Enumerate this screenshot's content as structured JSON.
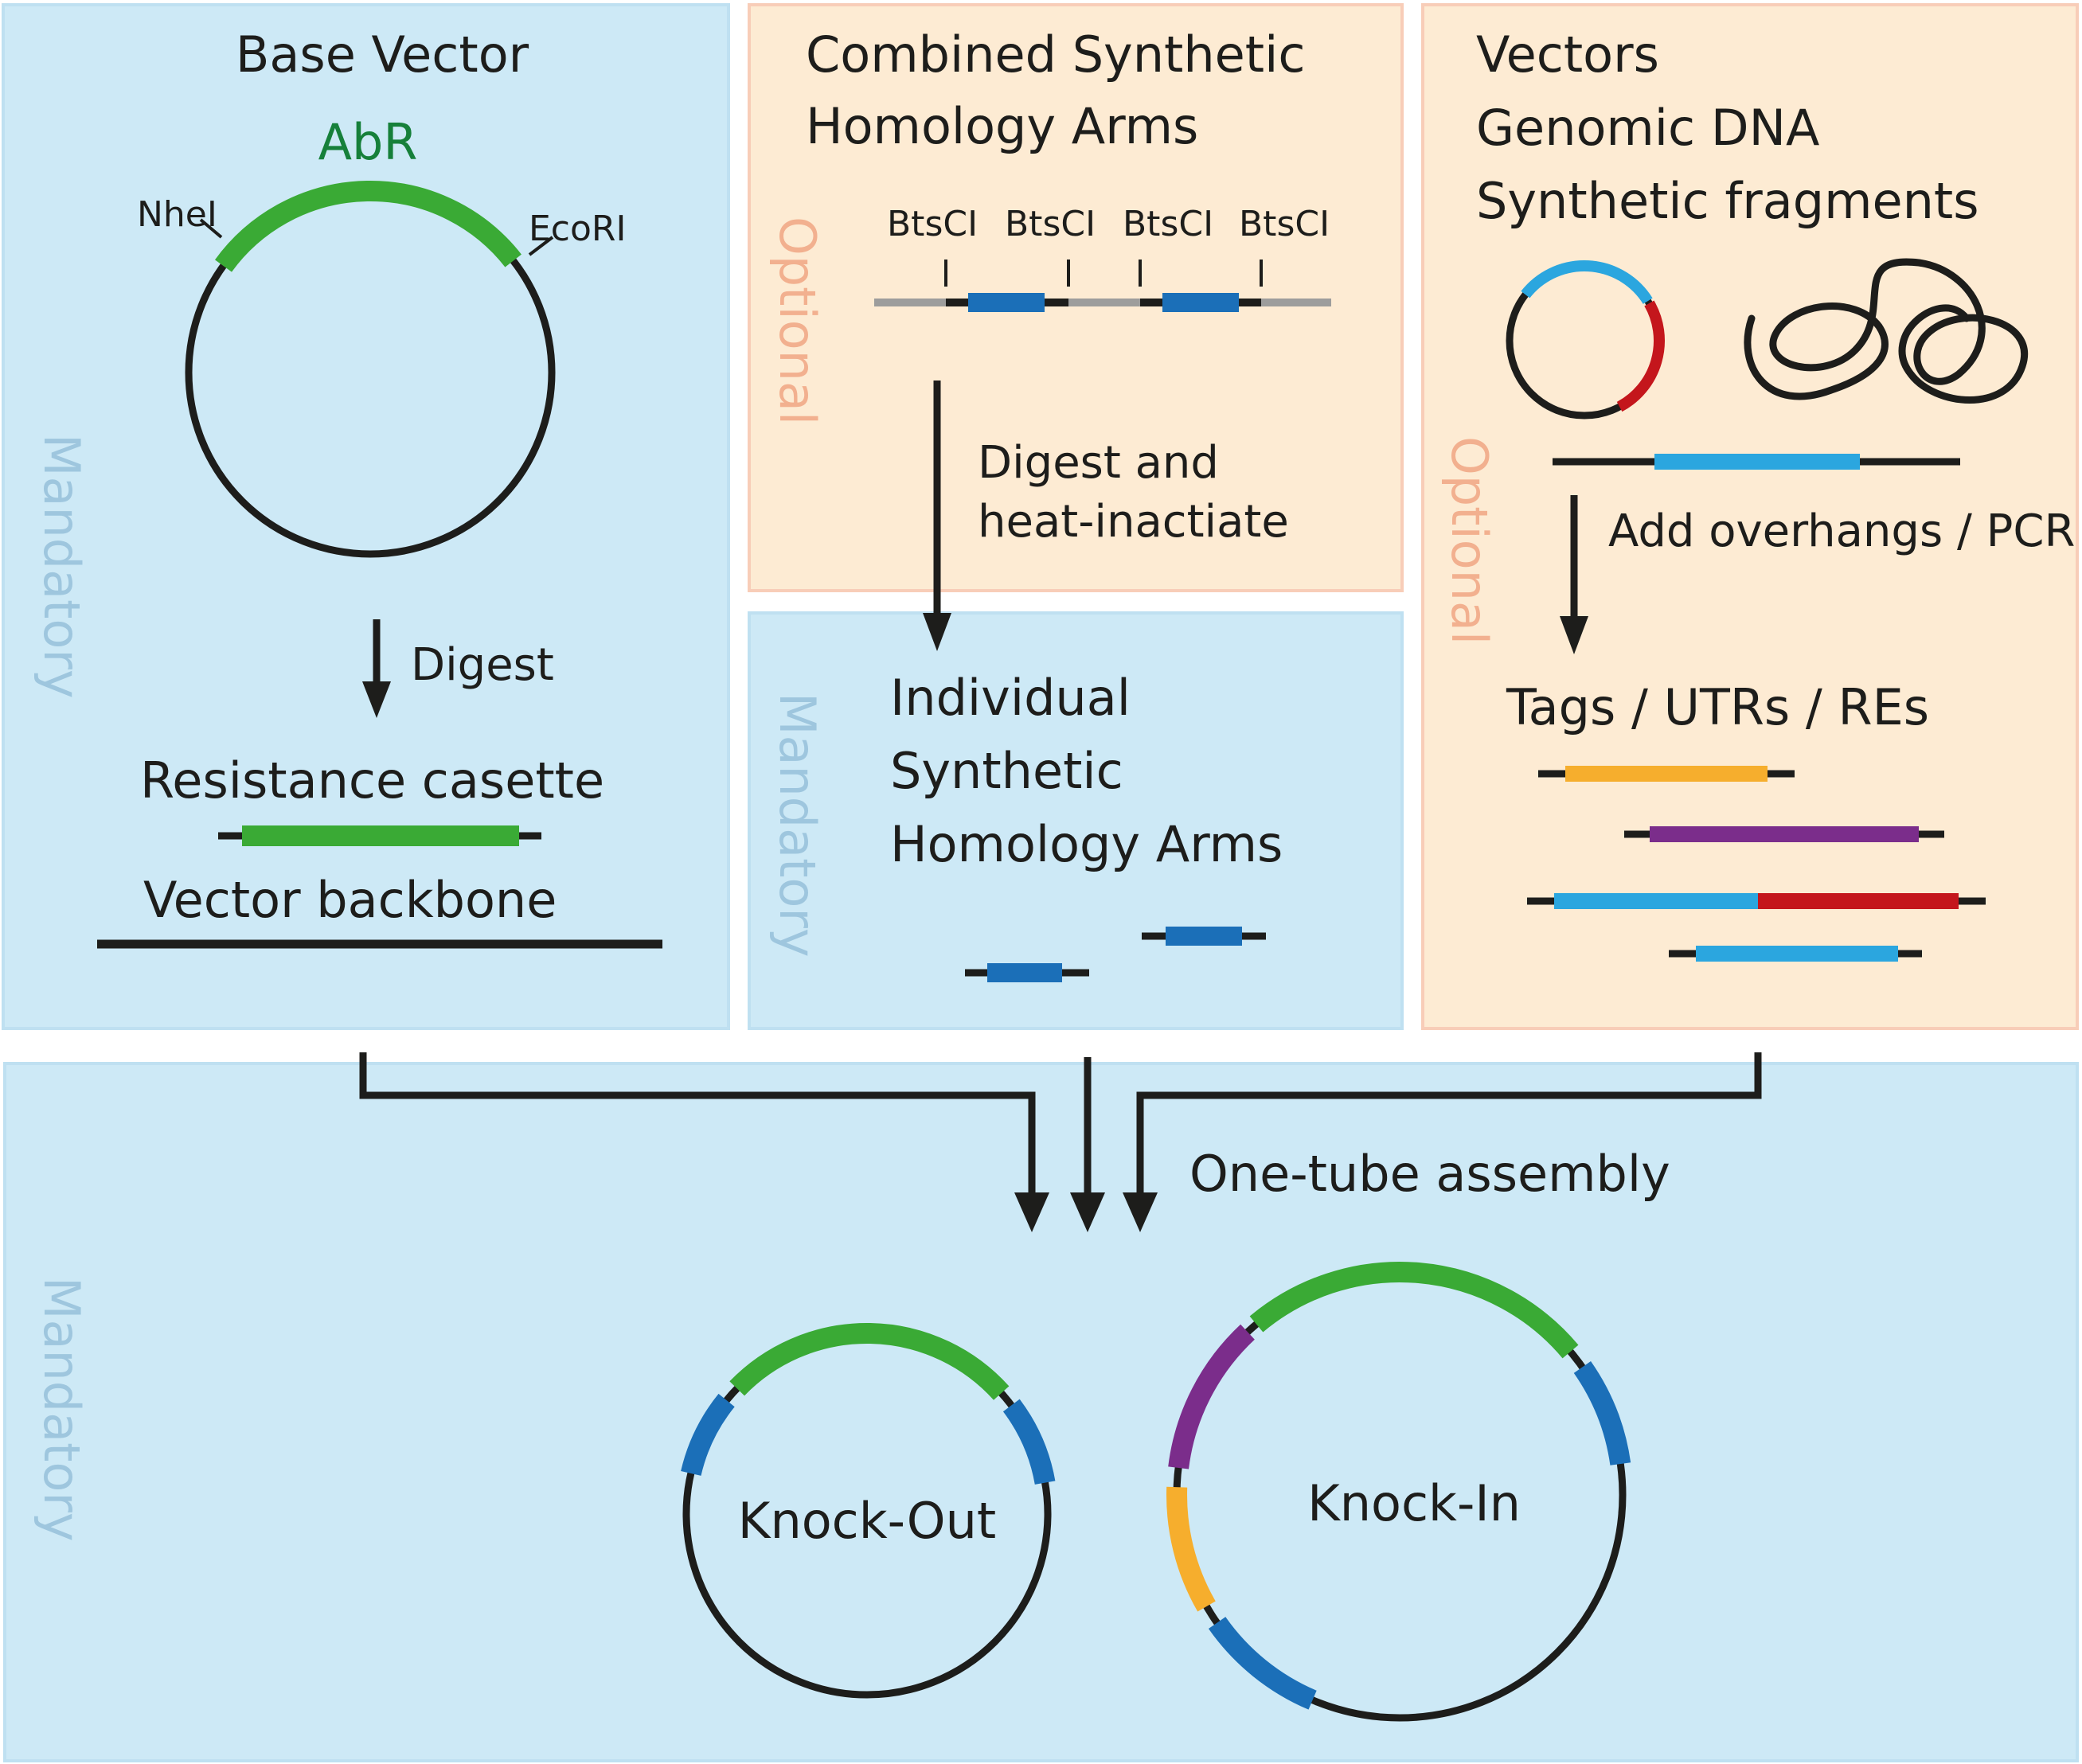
{
  "colors": {
    "blue_panel": "#cde9f6",
    "blue_panel_border": "#bfe0f1",
    "peach_panel": "#fdebd3",
    "peach_panel_border": "#f8cdb8",
    "mandatory_text": "#9ec6de",
    "optional_text": "#f2b08f",
    "line_black": "#1d1d1b",
    "green": "#3aaa35",
    "green_text": "#16803a",
    "arm_blue": "#1b6fb8",
    "light_blue": "#2ba6df",
    "red": "#c4161c",
    "orange": "#f6ae2d",
    "purple": "#7b2d8b",
    "gray": "#9d9d9c"
  },
  "panels": {
    "base_vector": {
      "title": "Base Vector",
      "gene": "AbR",
      "site_left": "NheI",
      "site_right": "EcoRI",
      "step": "Digest",
      "product_1": "Resistance casette",
      "product_2": "Vector backbone",
      "side_label": "Mandatory"
    },
    "combined_arms": {
      "title_line1": "Combined Synthetic",
      "title_line2": "Homology Arms",
      "site_labels": [
        "BtsCI",
        "BtsCI",
        "BtsCI",
        "BtsCI"
      ],
      "step_line1": "Digest and",
      "step_line2": "heat-inactiate",
      "side_label": "Optional"
    },
    "individual_arms": {
      "title_line1": "Individual",
      "title_line2": "Synthetic",
      "title_line3": "Homology Arms",
      "side_label": "Mandatory"
    },
    "sources": {
      "title_line1": "Vectors",
      "title_line2": "Genomic DNA",
      "title_line3": "Synthetic fragments",
      "step": "Add overhangs / PCR",
      "product": "Tags / UTRs / REs",
      "side_label": "Optional"
    },
    "assembly": {
      "step": "One-tube assembly",
      "knock_out": "Knock-Out",
      "knock_in": "Knock-In",
      "side_label": "Mandatory"
    }
  }
}
